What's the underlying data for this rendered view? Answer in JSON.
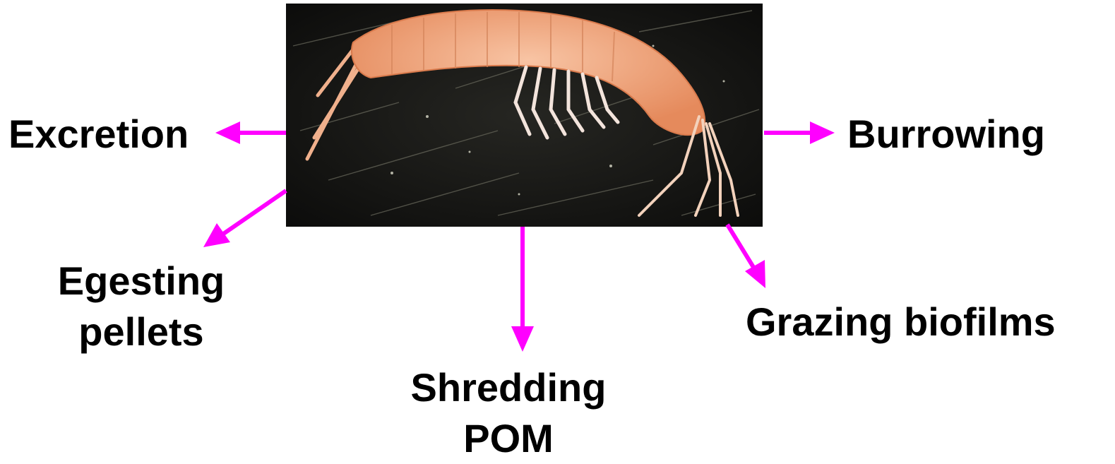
{
  "colors": {
    "arrow": "#ff00ff",
    "text": "#000000",
    "photo_background": "#111111",
    "animal_body": "#f2a37a"
  },
  "photo": {
    "subject": "amphipod"
  },
  "labels": {
    "excretion": "Excretion",
    "burrowing": "Burrowing",
    "egesting_line1": "Egesting",
    "egesting_line2": "pellets",
    "grazing": "Grazing biofilms",
    "shredding_line1": "Shredding",
    "shredding_line2": "POM"
  }
}
